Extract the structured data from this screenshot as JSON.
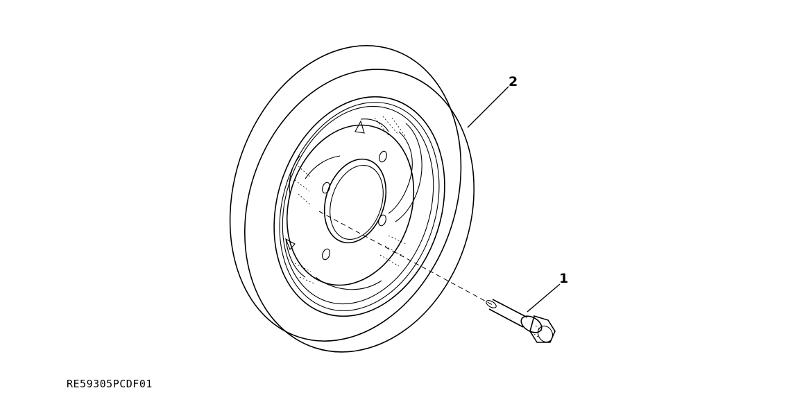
{
  "callouts": {
    "bolt": "1",
    "damper": "2"
  },
  "figure_id": "RE59305PCDF01"
}
